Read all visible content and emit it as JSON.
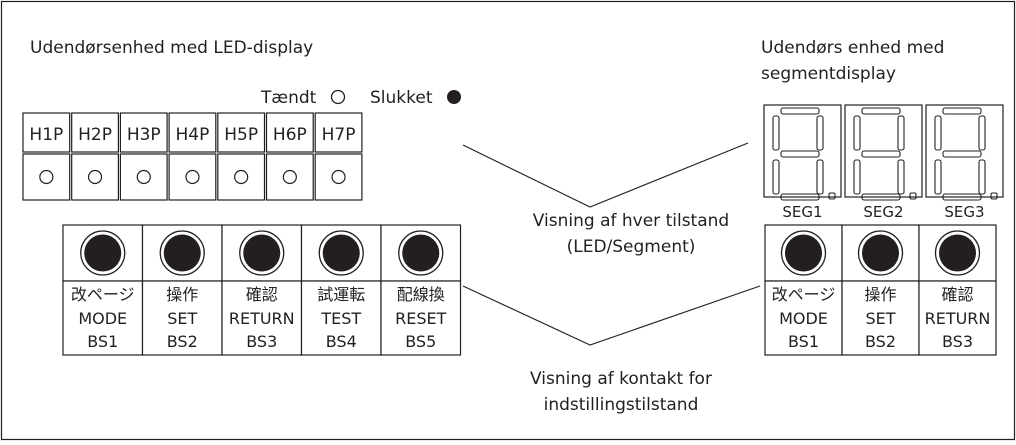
{
  "left_unit": {
    "title": "Udendørsenhed med LED-display",
    "legend": {
      "on_label": "Tændt",
      "off_label": "Slukket"
    },
    "leds": [
      {
        "label": "H1P",
        "state": "on"
      },
      {
        "label": "H2P",
        "state": "on"
      },
      {
        "label": "H3P",
        "state": "on"
      },
      {
        "label": "H4P",
        "state": "on"
      },
      {
        "label": "H5P",
        "state": "on"
      },
      {
        "label": "H6P",
        "state": "on"
      },
      {
        "label": "H7P",
        "state": "on"
      }
    ],
    "buttons": [
      {
        "jp": "改ページ",
        "en": "MODE",
        "id": "BS1"
      },
      {
        "jp": "操作",
        "en": "SET",
        "id": "BS2"
      },
      {
        "jp": "確認",
        "en": "RETURN",
        "id": "BS3"
      },
      {
        "jp": "試運転",
        "en": "TEST",
        "id": "BS4"
      },
      {
        "jp": "配線換",
        "en": "RESET",
        "id": "BS5"
      }
    ]
  },
  "right_unit": {
    "title_line1": "Udendørs enhed med",
    "title_line2": "segmentdisplay",
    "segments": [
      "SEG1",
      "SEG2",
      "SEG3"
    ],
    "buttons": [
      {
        "jp": "改ページ",
        "en": "MODE",
        "id": "BS1"
      },
      {
        "jp": "操作",
        "en": "SET",
        "id": "BS2"
      },
      {
        "jp": "確認",
        "en": "RETURN",
        "id": "BS3"
      }
    ]
  },
  "callouts": {
    "display_line1": "Visning af hver tilstand",
    "display_line2": "(LED/Segment)",
    "switch_line1": "Visning af kontakt for",
    "switch_line2": "indstillingstilstand"
  },
  "colors": {
    "ink": "#231f20",
    "background": "#ffffff"
  }
}
